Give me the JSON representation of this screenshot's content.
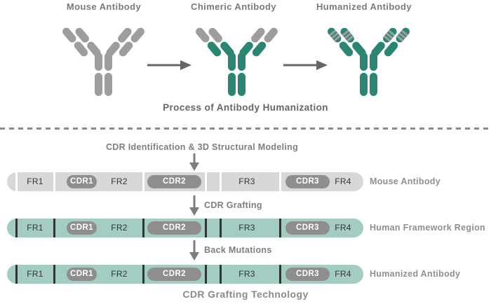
{
  "colors": {
    "teal": "#2B8573",
    "teal-light": "#A3CCC2",
    "ab-gray": "#9D9D9D",
    "bar-gray": "#D8D8D8",
    "pill-gray": "#8E8E8E",
    "pill-text": "#FFFFFF",
    "divider-dark": "#2F3532",
    "heading-gray": "#7A7A7A",
    "caption-gray": "#666666",
    "step-gray": "#7E7E7E",
    "side-gray": "#8F8F8F",
    "tech-gray": "#8A8A8A",
    "arrow-gray": "#666666",
    "dash-gray": "#8A8A8A",
    "bar-text": "#333333"
  },
  "top": {
    "stages": [
      {
        "label": "Mouse Antibody"
      },
      {
        "label": "Chimeric Antibody"
      },
      {
        "label": "Humanized Antibody"
      }
    ],
    "caption": "Process of Antibody Humanization"
  },
  "bottom": {
    "steps": [
      {
        "label": "CDR Identification & 3D Structural Modeling"
      },
      {
        "label": "CDR Grafting"
      },
      {
        "label": "Back Mutations"
      }
    ],
    "segments": [
      "FR1",
      "CDR1",
      "FR2",
      "CDR2",
      "FR3",
      "CDR3",
      "FR4"
    ],
    "bars": [
      {
        "label": "Mouse Antibody"
      },
      {
        "label": "Human Framework Region"
      },
      {
        "label": "Humanized Antibody"
      }
    ],
    "caption": "CDR Grafting Technology"
  }
}
